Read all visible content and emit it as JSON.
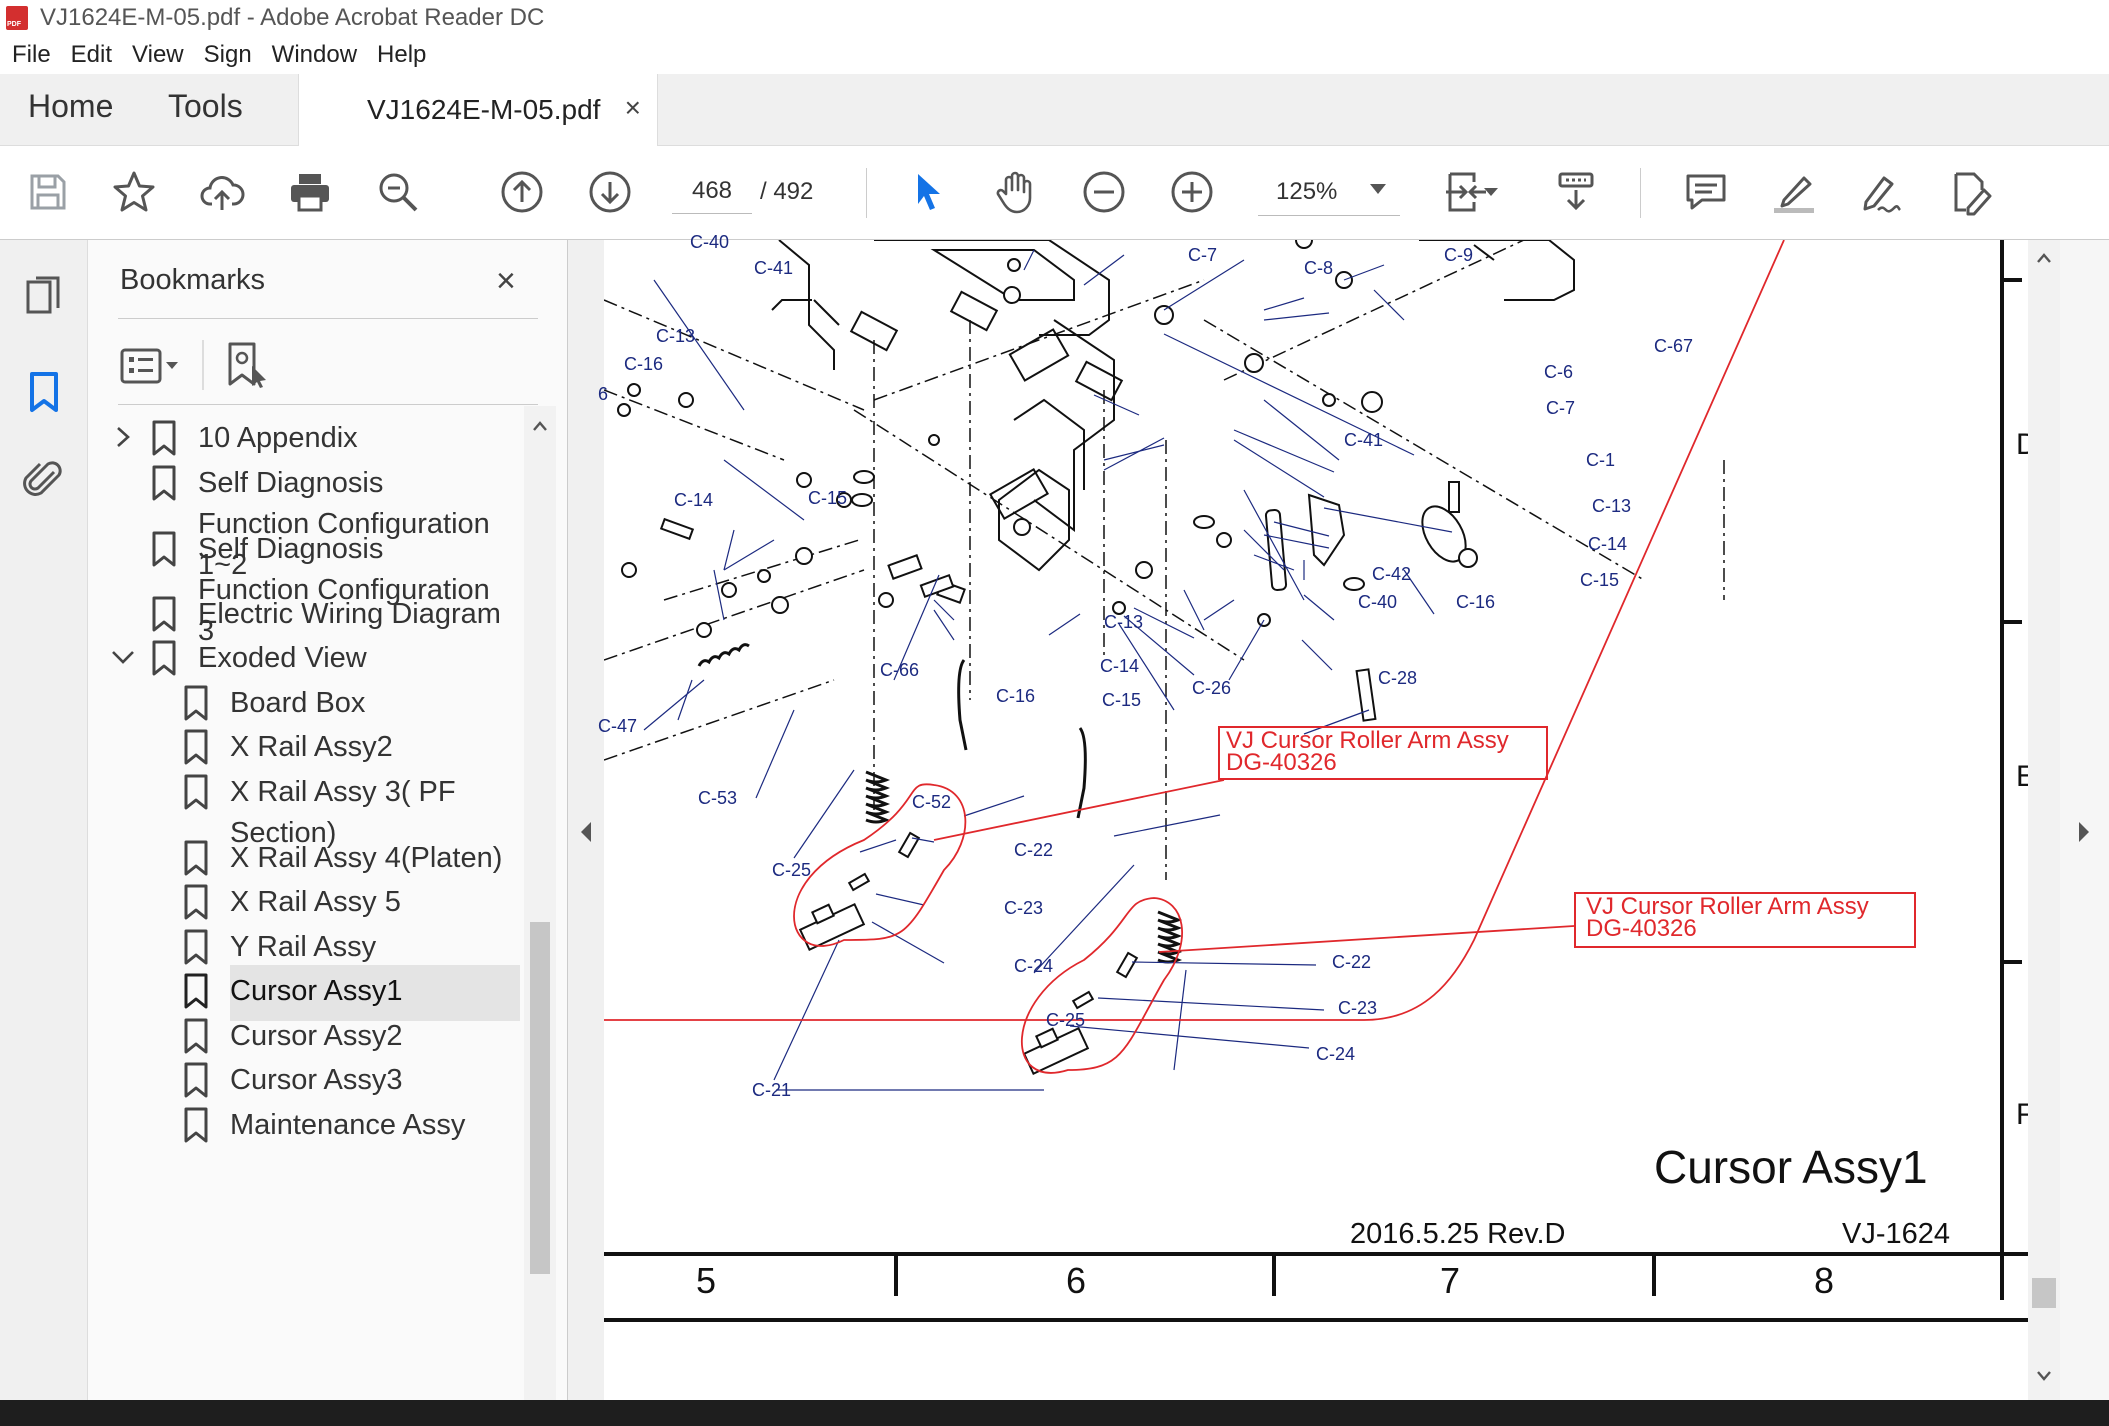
{
  "window": {
    "title": "VJ1624E-M-05.pdf - Adobe Acrobat Reader DC"
  },
  "menu": [
    "File",
    "Edit",
    "View",
    "Sign",
    "Window",
    "Help"
  ],
  "tabs": {
    "home": "Home",
    "tools": "Tools",
    "document": "VJ1624E-M-05.pdf",
    "close": "×"
  },
  "toolbar": {
    "page_current": "468",
    "page_total": "/ 492",
    "zoom": "125%"
  },
  "bookmarks": {
    "title": "Bookmarks",
    "close": "×",
    "items": [
      {
        "label": "10 Appendix",
        "level": 0,
        "expander": "collapsed"
      },
      {
        "label": "Self Diagnosis Function Configuration 1~2",
        "level": 0,
        "expander": "none"
      },
      {
        "label": "Self Diagnosis Function Configuration 3",
        "level": 0,
        "expander": "none"
      },
      {
        "label": "Electric Wiring Diagram",
        "level": 0,
        "expander": "none"
      },
      {
        "label": "Exoded View",
        "level": 0,
        "expander": "expanded"
      },
      {
        "label": "Board Box",
        "level": 1
      },
      {
        "label": "X Rail Assy2",
        "level": 1
      },
      {
        "label": "X Rail Assy 3( PF Section)",
        "level": 1
      },
      {
        "label": "X Rail Assy 4(Platen)",
        "level": 1
      },
      {
        "label": "X Rail Assy 5",
        "level": 1
      },
      {
        "label": "Y Rail Assy",
        "level": 1
      },
      {
        "label": "Cursor Assy1",
        "level": 1,
        "selected": true
      },
      {
        "label": "Cursor Assy2",
        "level": 1
      },
      {
        "label": "Cursor Assy3",
        "level": 1
      },
      {
        "label": "Maintenance Assy",
        "level": 1
      }
    ]
  },
  "drawing": {
    "title": "Cursor Assy1",
    "revision": "2016.5.25 Rev.D",
    "model": "VJ-1624",
    "columns": [
      "5",
      "6",
      "7",
      "8"
    ],
    "row_marks": [
      "D",
      "E",
      "F"
    ],
    "callouts": [
      {
        "name": "VJ Cursor Roller Arm Assy",
        "code": "DG-40326"
      },
      {
        "name": "VJ Cursor Roller Arm Assy",
        "code": "DG-40326"
      }
    ],
    "part_labels": [
      "C-40",
      "C-41",
      "C-7",
      "C-8",
      "C-9",
      "C-67",
      "C-13",
      "C-16",
      "6",
      "C-6",
      "C-7",
      "C-41",
      "C-1",
      "C-14",
      "C-15",
      "C-13",
      "C-14",
      "C-15",
      "C-42",
      "C-40",
      "C-16",
      "C-66",
      "C-13",
      "C-14",
      "C-15",
      "C-16",
      "C-26",
      "C-28",
      "C-47",
      "C-53",
      "C-25",
      "C-52",
      "C-22",
      "C-23",
      "C-24",
      "C-25",
      "C-22",
      "C-23",
      "C-24",
      "C-21"
    ]
  },
  "colors": {
    "accent": "#1473e6",
    "callout_red": "#e0282c",
    "label_blue": "#1c2a80"
  }
}
